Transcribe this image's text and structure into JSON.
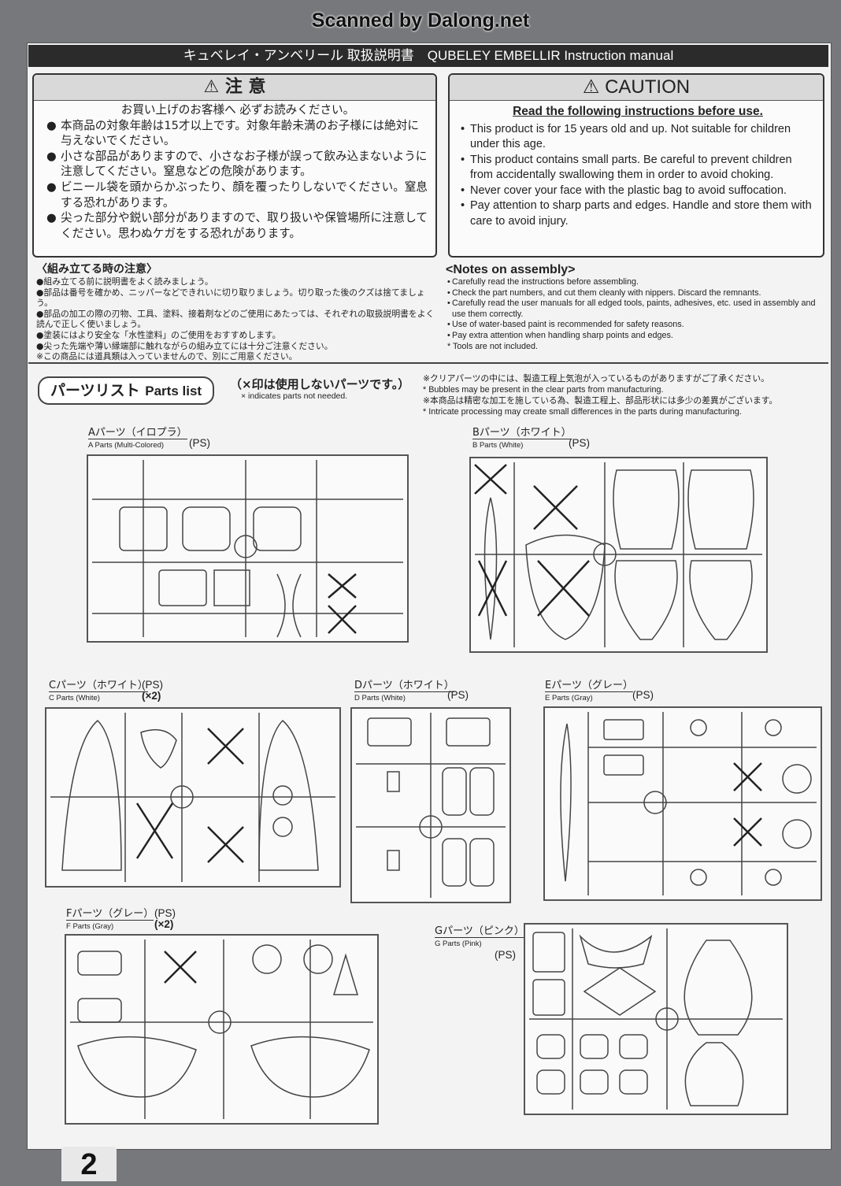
{
  "watermark": "Scanned by Dalong.net",
  "title_bar": "キュベレイ・アンベリール 取扱説明書　QUBELEY EMBELLIR  Instruction manual",
  "caution_jp": {
    "heading": "⚠ 注 意",
    "intro": "お買い上げのお客様へ 必ずお読みください。",
    "items": [
      "本商品の対象年齢は15才以上です。対象年齢未満のお子様には絶対に与えないでください。",
      "小さな部品がありますので、小さなお子様が誤って飲み込まないように注意してください。窒息などの危険があります。",
      "ビニール袋を頭からかぶったり、顔を覆ったりしないでください。窒息する恐れがあります。",
      "尖った部分や鋭い部分がありますので、取り扱いや保管場所に注意してください。思わぬケガをする恐れがあります。"
    ]
  },
  "caution_en": {
    "heading": "⚠ CAUTION",
    "intro": "Read the following instructions before use.",
    "items": [
      "This product is for 15 years old and up. Not suitable for children under this age.",
      "This product contains small parts. Be careful to prevent children from accidentally swallowing them in order to avoid choking.",
      "Never cover your face with the plastic bag to avoid suffocation.",
      "Pay attention to sharp parts and edges. Handle and store them with care to avoid injury."
    ]
  },
  "assembly_jp": {
    "heading": "〈組み立てる時の注意〉",
    "items": [
      "●組み立てる前に説明書をよく読みましょう。",
      "●部品は番号を確かめ、ニッパーなどできれいに切り取りましょう。切り取った後のクズは捨てましょう。",
      "●部品の加工の際の刃物、工具、塗料、接着剤などのご使用にあたっては、それぞれの取扱説明書をよく読んで正しく使いましょう。",
      "●塗装にはより安全な「水性塗料」のご使用をおすすめします。",
      "●尖った先端や薄い縁端部に触れながらの組み立てには十分ご注意ください。",
      "※この商品には道具類は入っていませんので、別にご用意ください。"
    ]
  },
  "assembly_en": {
    "heading": "<Notes on assembly>",
    "items": [
      "Carefully read the instructions before assembling.",
      "Check the part numbers, and cut them cleanly with nippers. Discard the remnants.",
      "Carefully read the user manuals for all edged tools, paints, adhesives, etc. used in assembly and use them correctly.",
      "Use of water-based paint is recommended for safety reasons.",
      "Pay extra attention when handling sharp points and edges.",
      "* Tools are not included."
    ]
  },
  "parts_list": {
    "title_jp": "パーツリスト",
    "title_en": "Parts list",
    "note_jp": "（×印は使用しないパーツです。）",
    "note_en": "× indicates parts not needed.",
    "clear_jp": "※クリアパーツの中には、製造工程上気泡が入っているものがありますがご了承ください。",
    "clear_en": "* Bubbles may be present in the clear parts from manufacturing.",
    "precision_jp": "※本商品は精密な加工を施している為、製造工程上、部品形状には多少の差異がございます。",
    "precision_en": "* Intricate processing may create small differences in the parts during manufacturing."
  },
  "runners": [
    {
      "label_jp": "Aパーツ（イロプラ）",
      "label_en": "A Parts (Multi-Colored)",
      "ps": "(PS)",
      "qty": ""
    },
    {
      "label_jp": "Bパーツ（ホワイト）",
      "label_en": "B Parts (White)",
      "ps": "(PS)",
      "qty": ""
    },
    {
      "label_jp": "Cパーツ（ホワイト）",
      "label_en": "C Parts (White)",
      "ps": "(PS)",
      "qty": "(×2)"
    },
    {
      "label_jp": "Dパーツ（ホワイト）",
      "label_en": "D Parts (White)",
      "ps": "(PS)",
      "qty": ""
    },
    {
      "label_jp": "Eパーツ（グレー）",
      "label_en": "E Parts (Gray)",
      "ps": "(PS)",
      "qty": ""
    },
    {
      "label_jp": "Fパーツ（グレー）",
      "label_en": "F Parts (Gray)",
      "ps": "(PS)",
      "qty": "(×2)"
    },
    {
      "label_jp": "Gパーツ（ピンク）",
      "label_en": "G Parts (Pink)",
      "ps": "(PS)",
      "qty": ""
    }
  ],
  "page_number": "2"
}
